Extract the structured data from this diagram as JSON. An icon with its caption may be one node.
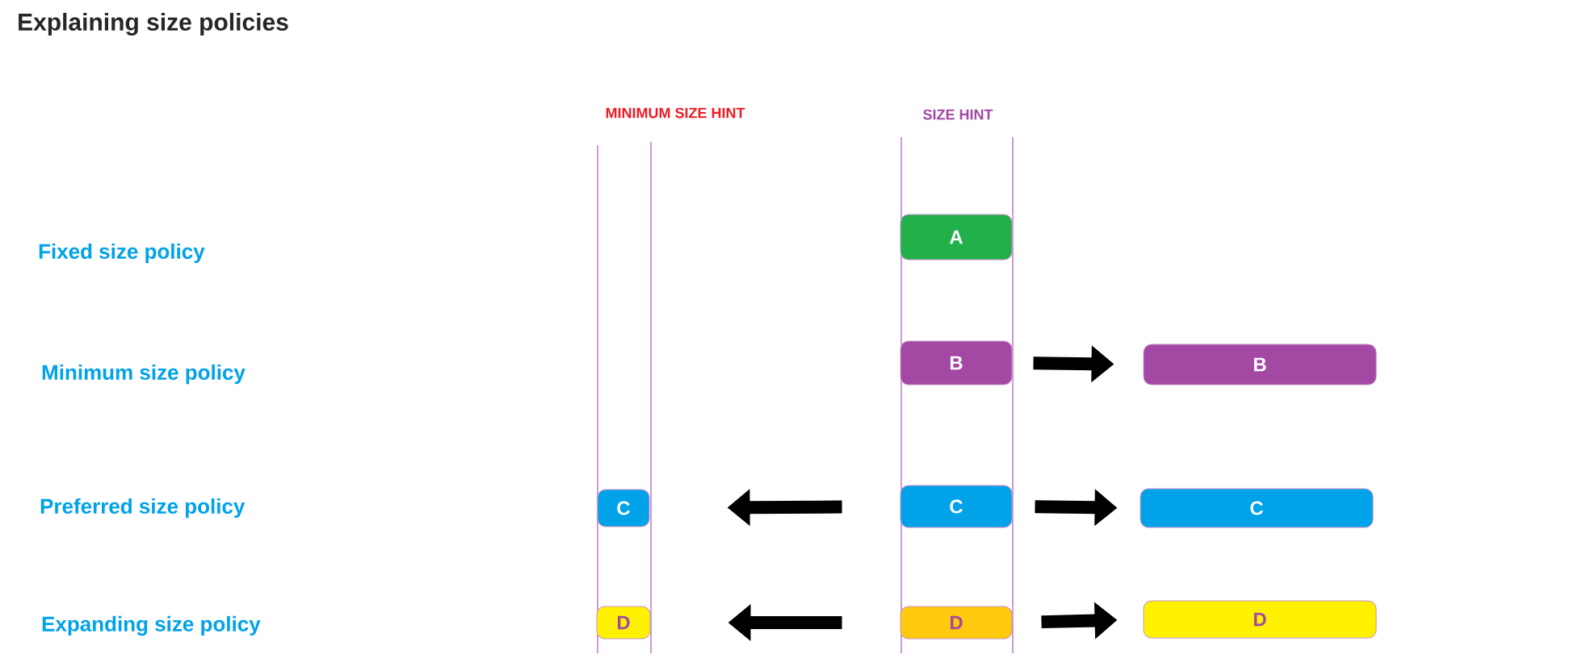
{
  "diagram": {
    "title": "Explaining size policies",
    "nodes": [
      {
        "text": [
          "A"
        ]
      },
      {
        "text": [
          "B"
        ]
      },
      {
        "text": [
          "B"
        ]
      },
      {
        "text": [
          "C"
        ]
      },
      {
        "text": [
          "C"
        ]
      },
      {
        "text": [
          "C"
        ]
      },
      {
        "text": [
          "D"
        ]
      },
      {
        "text": [
          "D"
        ]
      },
      {
        "text": [
          "D"
        ]
      }
    ],
    "edges": [
      {
        "from": 1,
        "to": 2,
        "arrow": "to"
      },
      {
        "from": 4,
        "to": 3,
        "arrow": "to"
      },
      {
        "from": 4,
        "to": 5,
        "arrow": "to"
      },
      {
        "from": 7,
        "to": 6,
        "arrow": "to"
      },
      {
        "from": 7,
        "to": 8,
        "arrow": "to"
      }
    ],
    "labels": [
      "MINIMUM SIZE HINT",
      "SIZE HINT",
      "Fixed size policy",
      "Minimum size policy",
      "Preferred size policy",
      "Expanding size policy"
    ]
  }
}
